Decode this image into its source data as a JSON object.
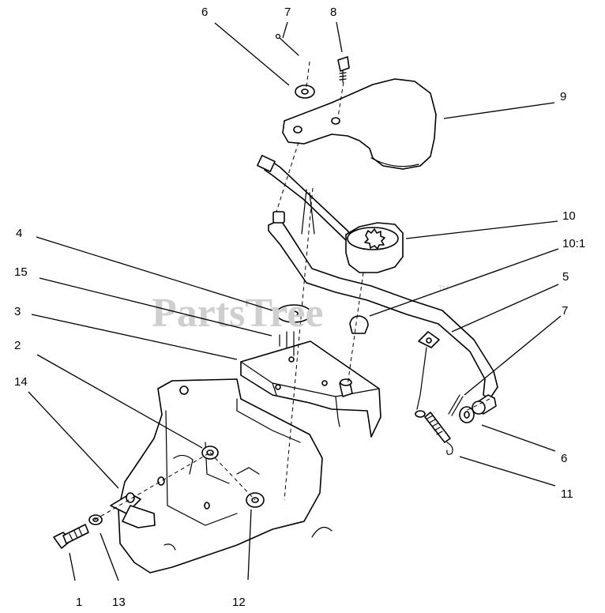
{
  "watermark": {
    "text": "PartsTree",
    "tm": "TM"
  },
  "callouts": [
    {
      "id": "c1",
      "label": "1"
    },
    {
      "id": "c2",
      "label": "2"
    },
    {
      "id": "c3",
      "label": "3"
    },
    {
      "id": "c4",
      "label": "4"
    },
    {
      "id": "c5",
      "label": "5"
    },
    {
      "id": "c6a",
      "label": "6"
    },
    {
      "id": "c6b",
      "label": "6"
    },
    {
      "id": "c7a",
      "label": "7"
    },
    {
      "id": "c7b",
      "label": "7"
    },
    {
      "id": "c8",
      "label": "8"
    },
    {
      "id": "c9",
      "label": "9"
    },
    {
      "id": "c10",
      "label": "10"
    },
    {
      "id": "c101",
      "label": "10:1"
    },
    {
      "id": "c11",
      "label": "11"
    },
    {
      "id": "c12",
      "label": "12"
    },
    {
      "id": "c13",
      "label": "13"
    },
    {
      "id": "c14",
      "label": "14"
    },
    {
      "id": "c15",
      "label": "15"
    }
  ]
}
